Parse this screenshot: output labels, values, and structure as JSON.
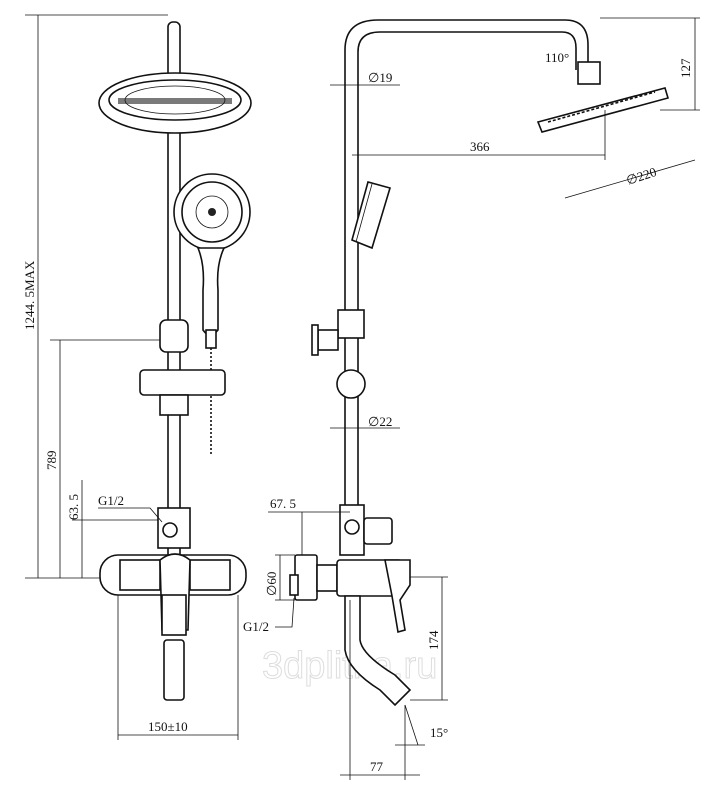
{
  "front_view": {
    "height_max": "1244. 5MAX",
    "height_bracket": "789",
    "inlet_offset": "63. 5",
    "thread": "G1/2",
    "center_distance": "150±10"
  },
  "side_view": {
    "arm_angle": "110°",
    "head_drop": "127",
    "pipe_upper_diameter": "∅19",
    "arm_reach": "366",
    "head_diameter": "∅220",
    "pipe_lower_diameter": "∅22",
    "diverter_offset": "67. 5",
    "flange_diameter": "∅60",
    "thread": "G1/2",
    "spout_height": "174",
    "spout_angle": "15°",
    "spout_reach": "77"
  },
  "watermark": "3dplitka.ru"
}
